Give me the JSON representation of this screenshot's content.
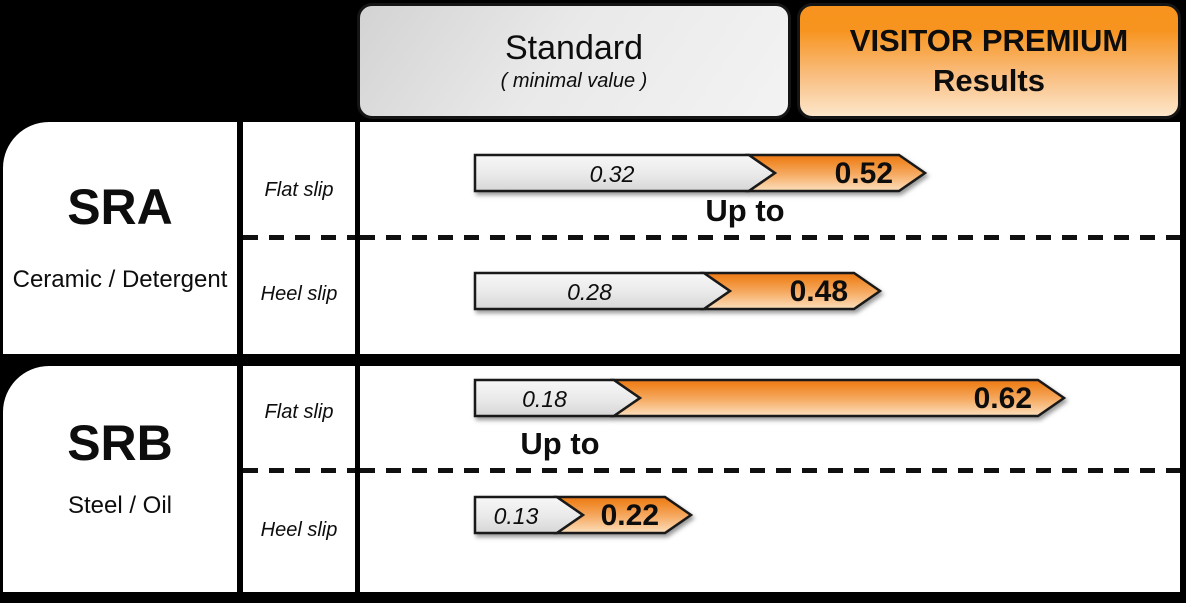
{
  "header": {
    "standard": {
      "title": "Standard",
      "subtitle": "( minimal value )"
    },
    "premium": {
      "line1": "VISITOR PREMIUM",
      "line2": "Results"
    }
  },
  "rows": [
    {
      "name": "SRA",
      "material": "Ceramic / Detergent",
      "up_to_label": "Up to",
      "tests": [
        {
          "label": "Flat slip",
          "standard_value": "0.32",
          "premium_value": "0.52"
        },
        {
          "label": "Heel slip",
          "standard_value": "0.28",
          "premium_value": "0.48"
        }
      ]
    },
    {
      "name": "SRB",
      "material": "Steel / Oil",
      "up_to_label": "Up to",
      "tests": [
        {
          "label": "Flat slip",
          "standard_value": "0.18",
          "premium_value": "0.62"
        },
        {
          "label": "Heel slip",
          "standard_value": "0.13",
          "premium_value": "0.22"
        }
      ]
    }
  ],
  "colors": {
    "background": "#000000",
    "cell_background": "#FFFFFF",
    "accent_orange": "#F7941D",
    "standard_gray": "#E8E8E8",
    "text": "#0D0D0D"
  },
  "chart_data": {
    "type": "bar",
    "orientation": "horizontal",
    "categories": [
      "SRA Flat slip",
      "SRA Heel slip",
      "SRB Flat slip",
      "SRB Heel slip"
    ],
    "series": [
      {
        "name": "Standard ( minimal value )",
        "values": [
          0.32,
          0.28,
          0.18,
          0.13
        ]
      },
      {
        "name": "VISITOR PREMIUM Results",
        "values": [
          0.52,
          0.48,
          0.62,
          0.22
        ]
      }
    ],
    "groups": [
      {
        "name": "SRA",
        "surface": "Ceramic / Detergent"
      },
      {
        "name": "SRB",
        "surface": "Steel / Oil"
      }
    ],
    "annotations": [
      "Up to",
      "Up to"
    ],
    "xlim": [
      0,
      0.7
    ],
    "legend_position": "top",
    "grid": false
  }
}
